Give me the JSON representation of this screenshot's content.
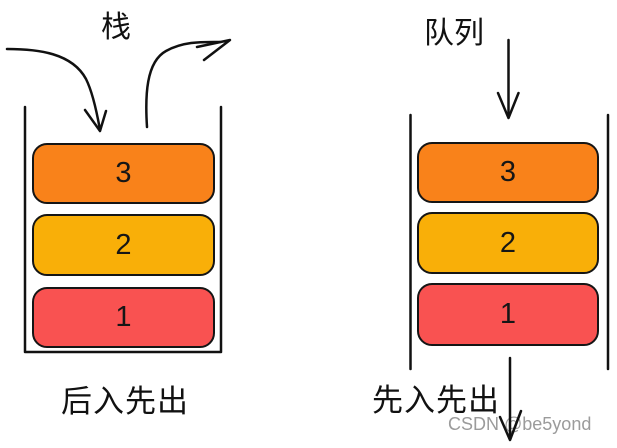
{
  "stack": {
    "title": "栈",
    "caption": "后入先出",
    "items": [
      {
        "label": "3",
        "color": "#F9821A"
      },
      {
        "label": "2",
        "color": "#F9AF08"
      },
      {
        "label": "1",
        "color": "#F95251"
      }
    ]
  },
  "queue": {
    "title": "队列",
    "caption": "先入先出",
    "items": [
      {
        "label": "3",
        "color": "#F9821A"
      },
      {
        "label": "2",
        "color": "#F9AF08"
      },
      {
        "label": "1",
        "color": "#F95251"
      }
    ]
  },
  "watermark": "CSDN @be5yond",
  "icons": {
    "stack_push": "curved-arrow-into-stack-top",
    "stack_pop": "curved-arrow-out-of-stack-top",
    "queue_in": "straight-down-arrow-into-queue-top",
    "queue_out": "straight-down-arrow-out-of-queue-bottom"
  },
  "colors": {
    "outline": "#111111",
    "watermark_gray": "#9B9B9B",
    "background": "#FFFFFF"
  }
}
